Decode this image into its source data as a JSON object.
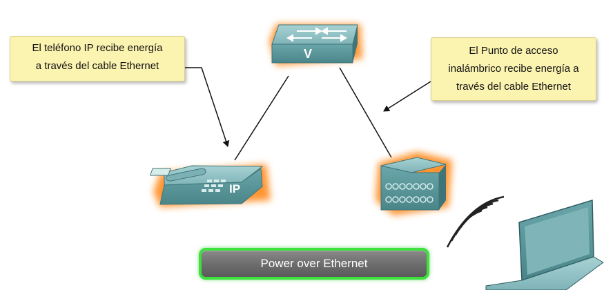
{
  "callouts": {
    "phone": {
      "lines": [
        "El teléfono IP recibe energía",
        "a través del cable Ethernet"
      ]
    },
    "access_point": {
      "lines": [
        "El Punto de acceso",
        "inalámbrico recibe energía a",
        "través del cable Ethernet"
      ]
    }
  },
  "devices": {
    "switch": {
      "label": "V"
    },
    "ip_phone": {
      "label": "IP"
    },
    "access_point": {
      "label": ""
    },
    "laptop": {
      "label": ""
    }
  },
  "button": {
    "label": "Power over Ethernet"
  },
  "colors": {
    "device_teal": "#5e9ea3",
    "device_teal_dark": "#3f7479",
    "poe_glow": "#ff8a1a",
    "callout_bg": "#fbf3b0",
    "button_border": "#3ee03e",
    "button_fill": "#6e6e6e"
  }
}
